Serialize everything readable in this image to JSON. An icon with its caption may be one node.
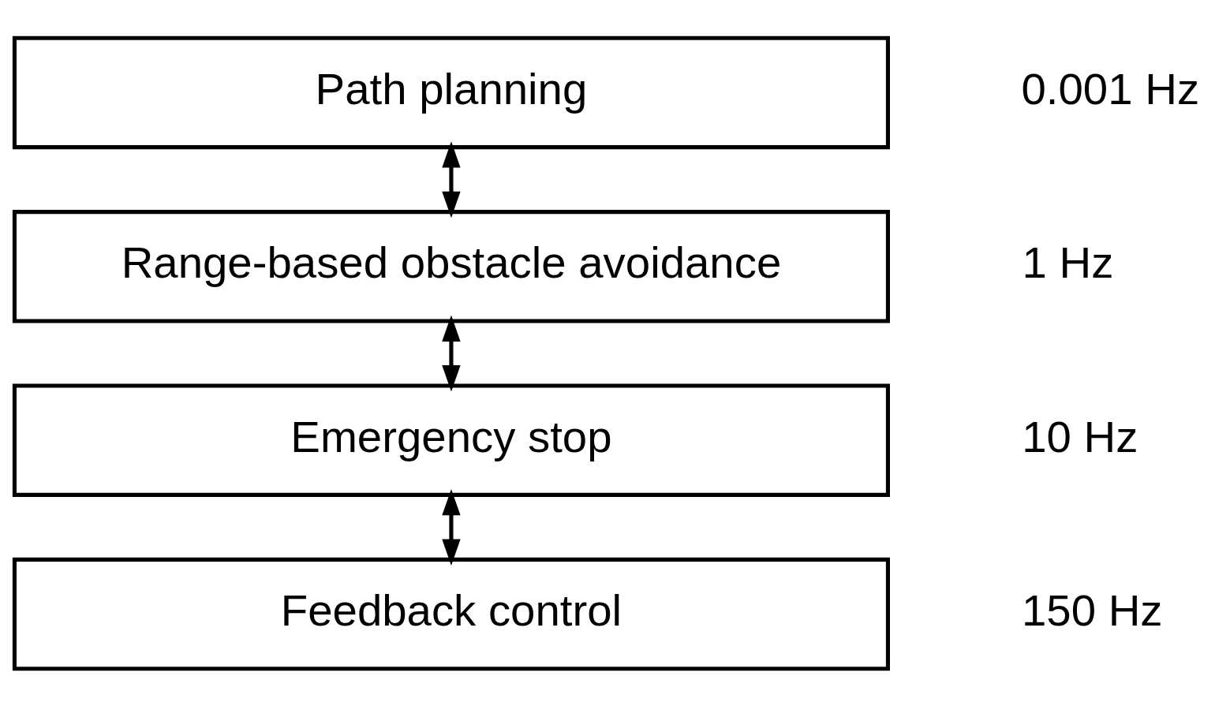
{
  "diagram": {
    "nodes": [
      {
        "text": [
          "Path planning"
        ],
        "beside": [
          "0.001 Hz"
        ]
      },
      {
        "text": [
          "Range-based obstacle avoidance"
        ],
        "beside": [
          "1 Hz"
        ]
      },
      {
        "text": [
          "Emergency stop"
        ],
        "beside": [
          "10 Hz"
        ]
      },
      {
        "text": [
          "Feedback control"
        ],
        "beside": [
          "150 Hz"
        ]
      }
    ],
    "edges": [
      {
        "from": 0,
        "to": 1,
        "arrow": "both"
      },
      {
        "from": 1,
        "to": 2,
        "arrow": "both"
      },
      {
        "from": 2,
        "to": 3,
        "arrow": "both"
      }
    ]
  }
}
